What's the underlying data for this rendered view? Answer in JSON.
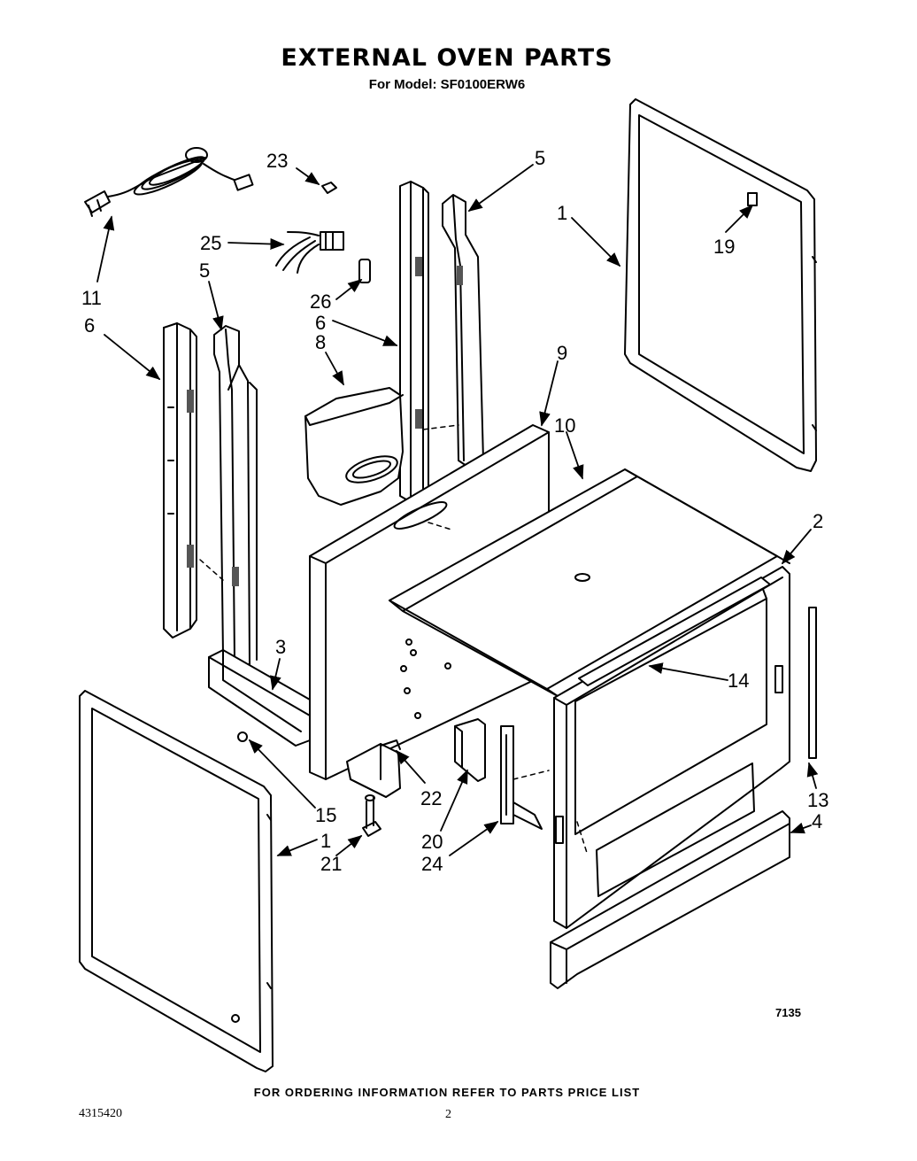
{
  "header": {
    "title": "EXTERNAL OVEN PARTS",
    "subtitle": "For Model: SF0100ERW6"
  },
  "callouts": {
    "c1a": "1",
    "c1b": "1",
    "c2": "2",
    "c3": "3",
    "c4": "4",
    "c5a": "5",
    "c5b": "5",
    "c6a": "6",
    "c6b": "6",
    "c8": "8",
    "c9": "9",
    "c10": "10",
    "c11": "11",
    "c13": "13",
    "c14": "14",
    "c15": "15",
    "c19": "19",
    "c20": "20",
    "c21": "21",
    "c22": "22",
    "c23": "23",
    "c24": "24",
    "c25": "25",
    "c26": "26"
  },
  "figure_number": "7135",
  "footer": {
    "ordering_note": "FOR ORDERING INFORMATION REFER TO PARTS PRICE LIST",
    "document_number": "4315420",
    "page_number": "2"
  }
}
